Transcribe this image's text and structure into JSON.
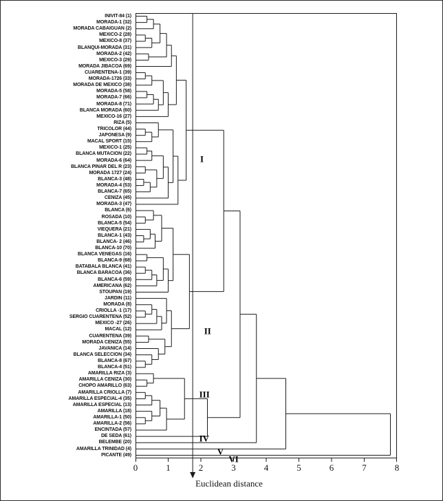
{
  "chart_data": {
    "type": "dendrogram",
    "orientation": "horizontal, labels left, distance axis bottom",
    "axis": {
      "label": "Euclidean distance",
      "min": 0,
      "max": 8,
      "ticks": [
        0,
        1,
        2,
        3,
        4,
        5,
        6,
        7,
        8
      ]
    },
    "reference_line_distance": 1.75,
    "leaves": [
      "INIVIT-84 (1)",
      "MORADA-1 (32)",
      "MORADA CABAIGUAN (2)",
      "MEXICO-2 (28)",
      "MEXICO-8 (37)",
      "BLANQUI-MORADA (31)",
      "MORADA-2 (42)",
      "MEXICO-3 (29)",
      "MORADA JIBACOA (69)",
      "CUARENTENA-1 (39)",
      "MORADA-1726 (33)",
      "MORADA DE MEXICO (38)",
      "MORADA-5 (58)",
      "MORADA-7 (66)",
      "MORADA-8 (71)",
      "BLANCA MORADA (60)",
      "MEXICO-16 (27)",
      "RIZA (5)",
      "TRICOLOR (44)",
      "JAPONESA (9)",
      "MACAL SPORT (15)",
      "MEXICO-1 (25)",
      "BLANCA MUTACION (22)",
      "MORADA-6 (64)",
      "BLANCA PINAR DEL R (23)",
      "MORADA 1727 (24)",
      "BLANCA-3 (48)",
      "MORADA-4 (53)",
      "BLANCA-7 (65)",
      "CENIZA (45)",
      "MORADA-3 (47)",
      "BLANCA (6)",
      "ROSADA (10)",
      "BLANCA-5 (54)",
      "VIEQUERA (21)",
      "BLANCA-1 (43)",
      "BLANCA- 2 (46)",
      "BLANCA-10 (70)",
      "BLANCA VENEGAS (16)",
      "BLANCA-9 (68)",
      "BATABALA BLANCA (41)",
      "BLANCA BARACOA (36)",
      "BLANCA-6 (59)",
      "AMERICANA (62)",
      "STOUPAN (19)",
      "JARDIN (11)",
      "MORADA (8)",
      "CRIOLLA -1 (17)",
      "SERGIO CUARENTENA (52)",
      "MEXICO -27 (26)",
      "MACAL (12)",
      "CUARENTENA (39)",
      "MORADA CENIZA (55)",
      "JAVANICA (14)",
      "BLANCA SELECCION (34)",
      "BLANCA-8 (67)",
      "BLANCA-4 (51)",
      "AMARILLA RIZA (3)",
      "AMARILLA CENIZA (30)",
      "CHOPO AMARILLO (63)",
      "AMARILLA CRIOLLA (7)",
      "AMARILLA ESPECIAL-4 (35)",
      "AMARILLA ESPECIAL (13)",
      "AMARILLA (18)",
      "AMARILLA-1 (50)",
      "AMARILLA-2 (56)",
      "ENCINTADA (57)",
      "DE SEDA (61)",
      "BELEMBE (20)",
      "AMARILLA TRINIDAD (4)",
      "PICANTE (49)"
    ],
    "tree": [
      7.8,
      [
        4.6,
        [
          3.7,
          [
            3.2,
            [
              2.7,
              [
                1.55,
                [
                  1.25,
                  [
                    1.1,
                    [
                      0.95,
                      [
                        0.75,
                        [
                          0.55,
                          [
                            0.35,
                            0,
                            1
                          ],
                          2
                        ],
                        [
                          0.5,
                          [
                            0.3,
                            3,
                            4
                          ],
                          5
                        ]
                      ],
                      [
                        0.4,
                        6,
                        7
                      ]
                    ],
                    8
                  ],
                  [
                    1.0,
                    [
                      0.85,
                      [
                        0.5,
                        [
                          0.3,
                          9,
                          10
                        ],
                        11
                      ],
                      [
                        0.7,
                        [
                          0.55,
                          [
                            0.35,
                            12,
                            13
                          ],
                          14
                        ],
                        15
                      ]
                    ],
                    16
                  ]
                ],
                [
                  1.3,
                  [
                    1.15,
                    [
                      0.7,
                      17,
                      [
                        0.5,
                        [
                          0.3,
                          18,
                          19
                        ],
                        20
                      ]
                    ],
                    [
                      1.0,
                      [
                        0.85,
                        [
                          0.5,
                          [
                            0.35,
                            21,
                            22
                          ],
                          23
                        ],
                        [
                          0.65,
                          [
                            0.3,
                            24,
                            25
                          ],
                          [
                            0.45,
                            [
                              0.25,
                              26,
                              27
                            ],
                            28
                          ]
                        ]
                      ],
                      29
                    ]
                  ],
                  30
                ]
              ],
              [
                1.65,
                [
                  1.15,
                  [
                    0.8,
                    [
                      0.55,
                      31,
                      [
                        0.3,
                        32,
                        33
                      ]
                    ],
                    [
                      0.6,
                      [
                        0.45,
                        34,
                        [
                          0.25,
                          35,
                          36
                        ]
                      ],
                      37
                    ]
                  ],
                  [
                    1.0,
                    [
                      0.85,
                      [
                        0.35,
                        38,
                        39
                      ],
                      [
                        0.65,
                        [
                          0.5,
                          [
                            0.3,
                            40,
                            41
                          ],
                          42
                        ],
                        43
                      ]
                    ],
                    44
                  ]
                ],
                [
                  1.1,
                  [
                    0.95,
                    45,
                    [
                      0.8,
                      [
                        0.65,
                        [
                          0.5,
                          46,
                          [
                            0.3,
                            47,
                            48
                          ]
                        ],
                        49
                      ],
                      50
                    ]
                  ],
                  [
                    0.9,
                    [
                      0.4,
                      51,
                      52
                    ],
                    [
                      0.7,
                      53,
                      [
                        0.5,
                        54,
                        [
                          0.3,
                          55,
                          56
                        ]
                      ]
                    ]
                  ]
                ]
              ]
            ],
            [
              2.2,
              [
                1.5,
                [
                  0.55,
                  57,
                  [
                    0.35,
                    58,
                    59
                  ]
                ],
                [
                  0.95,
                  [
                    0.75,
                    [
                      0.5,
                      [
                        0.3,
                        60,
                        61
                      ],
                      62
                    ],
                    [
                      0.5,
                      63,
                      [
                        0.3,
                        64,
                        65
                      ]
                    ]
                  ],
                  66
                ]
              ],
              67
            ]
          ],
          68
        ],
        69
      ],
      70
    ],
    "cluster_labels": [
      {
        "text": "I",
        "d": 1.98,
        "row": 22.8
      },
      {
        "text": "II",
        "d": 2.1,
        "row": 50.2
      },
      {
        "text": "III",
        "d": 1.95,
        "row": 60.3
      },
      {
        "text": "IV",
        "d": 1.95,
        "row": 67.3
      },
      {
        "text": "V",
        "d": 2.5,
        "row": 69.4
      },
      {
        "text": "VI",
        "d": 2.85,
        "row": 70.6
      }
    ]
  }
}
